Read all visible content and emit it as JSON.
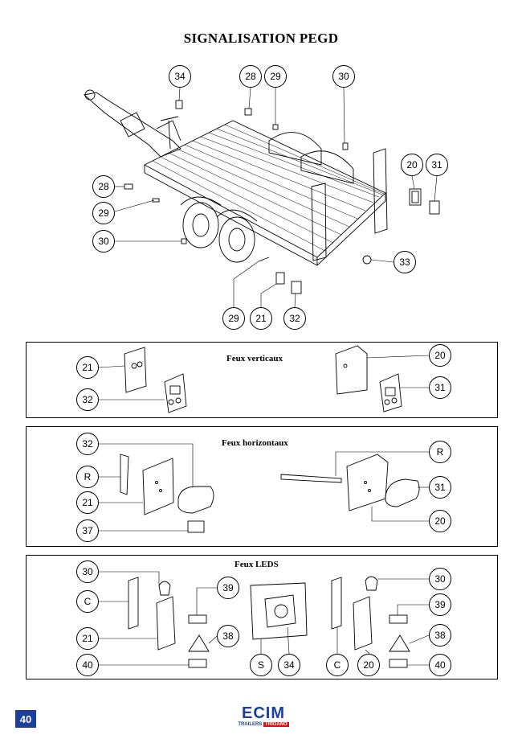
{
  "title": "SIGNALISATION PEGD",
  "sections": {
    "vertical": "Feux verticaux",
    "horizontal": "Feux horizontaux",
    "leds": "Feux LEDS"
  },
  "callouts": {
    "top_34": "34",
    "top_28": "28",
    "top_29": "29",
    "top_30": "30",
    "top_20": "20",
    "top_31": "31",
    "left_28": "28",
    "left_29": "29",
    "left_30": "30",
    "right_33": "33",
    "bot_29": "29",
    "bot_21": "21",
    "bot_32": "32",
    "v_21": "21",
    "v_32": "32",
    "v_20": "20",
    "v_31": "31",
    "h_32": "32",
    "h_R": "R",
    "h_21": "21",
    "h_37": "37",
    "h_R2": "R",
    "h_31": "31",
    "h_20": "20",
    "l_30": "30",
    "l_C": "C",
    "l_21": "21",
    "l_40": "40",
    "l_39": "39",
    "l_38": "38",
    "m_S": "S",
    "m_34": "34",
    "r_C": "C",
    "r_20": "20",
    "r_30": "30",
    "r_39": "39",
    "r_38": "38",
    "r_40": "40"
  },
  "page_number": "40",
  "logo": {
    "brand": "ECIM",
    "sub_left": "TRAILERS",
    "sub_right": "TRIGANO"
  },
  "colors": {
    "logo_blue": "#1a3f9c",
    "logo_red": "#dd1111"
  }
}
